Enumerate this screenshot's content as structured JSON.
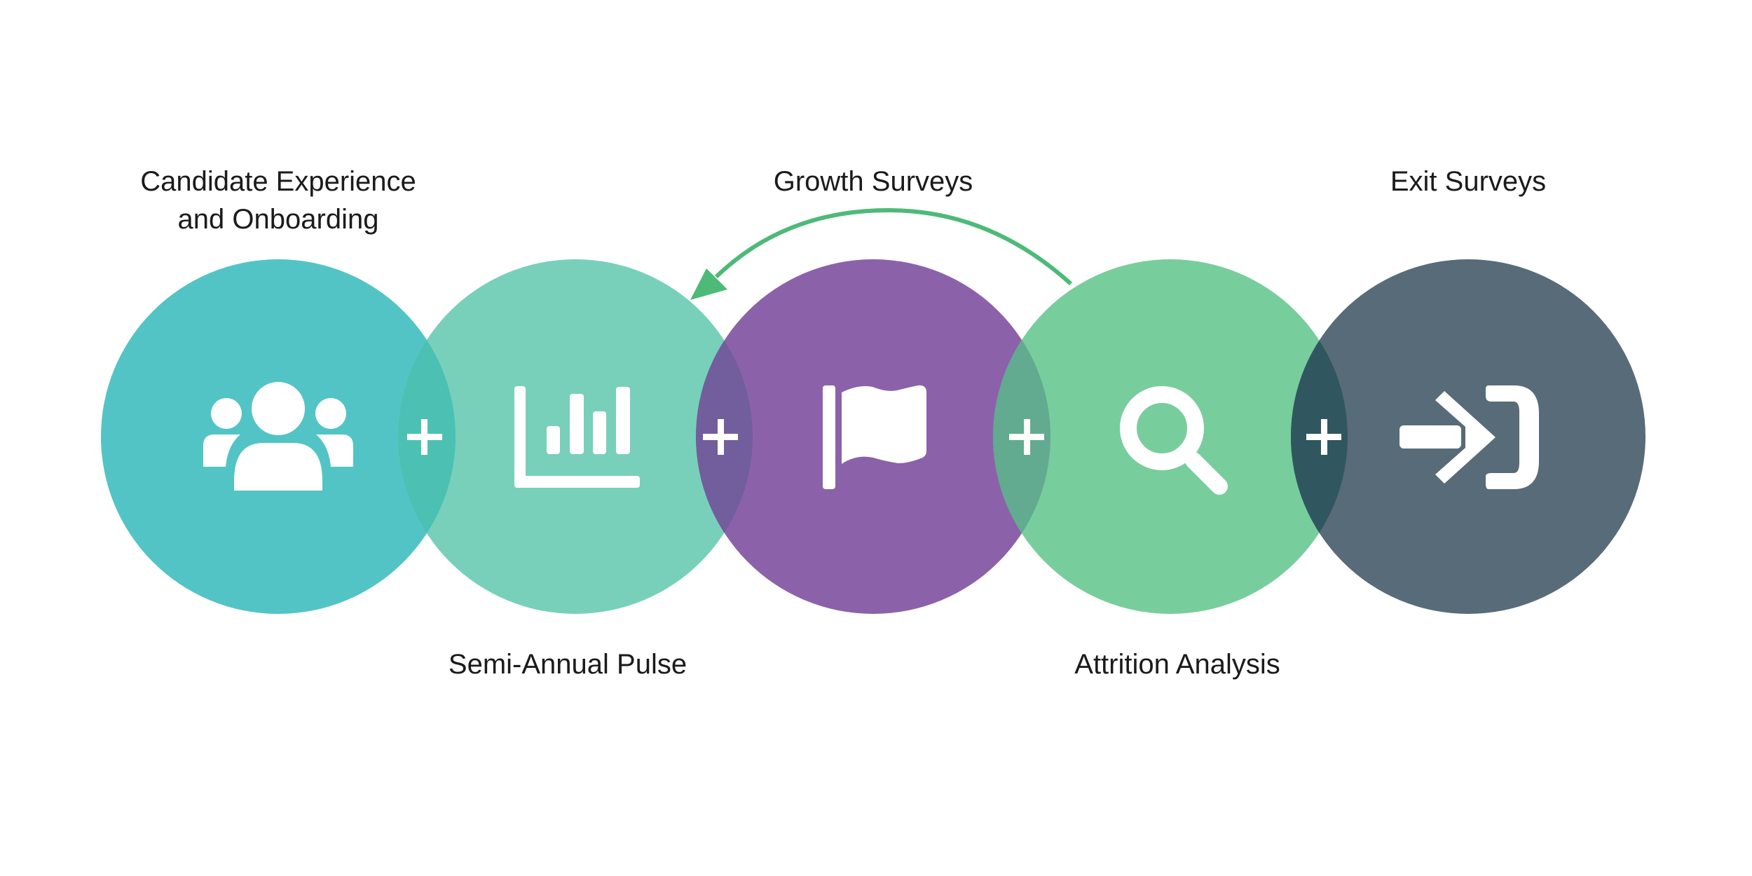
{
  "stages": [
    {
      "id": "candidate",
      "label_lines": [
        "Candidate Experience",
        "and Onboarding"
      ],
      "color": "#52c4c6",
      "icon": "users-icon"
    },
    {
      "id": "pulse",
      "label_lines": [
        "Semi-Annual Pulse"
      ],
      "color": "#78d0bb",
      "icon": "bar-chart-icon"
    },
    {
      "id": "growth",
      "label_lines": [
        "Growth Surveys"
      ],
      "color": "#8b62a9",
      "icon": "flag-icon"
    },
    {
      "id": "attrition",
      "label_lines": [
        "Attrition Analysis"
      ],
      "color": "#78cd9c",
      "icon": "search-icon"
    },
    {
      "id": "exit",
      "label_lines": [
        "Exit Surveys"
      ],
      "color": "#586b78",
      "icon": "sign-out-icon"
    }
  ],
  "overlap_colors": [
    "#4cc1b3",
    "#725e9d",
    "#62aa90",
    "#30575f"
  ],
  "connector_symbol": "+",
  "loop_arrow": {
    "from": "attrition",
    "to": "pulse",
    "color": "#4dba78"
  }
}
